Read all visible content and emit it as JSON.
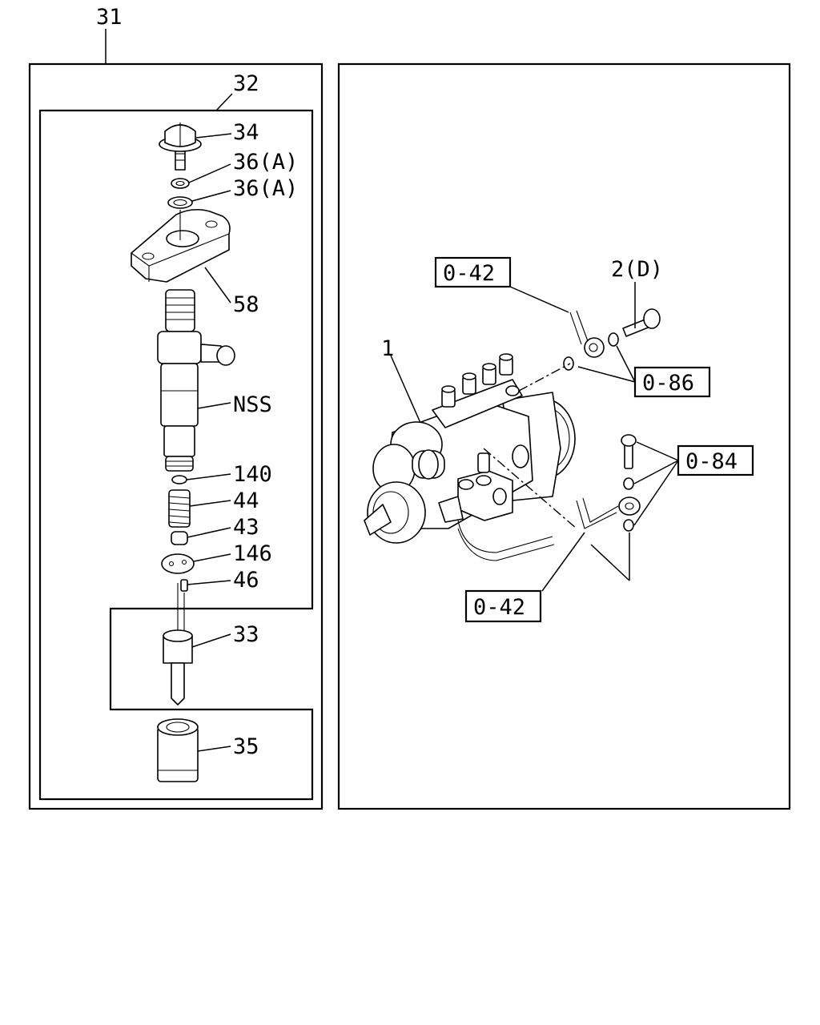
{
  "assembly": {
    "label_31": "31",
    "label_32": "32"
  },
  "injector": {
    "label_34": "34",
    "label_36a_upper": "36(A)",
    "label_36a_lower": "36(A)",
    "label_58": "58",
    "label_nss": "NSS",
    "label_140": "140",
    "label_44": "44",
    "label_43": "43",
    "label_146": "146",
    "label_46": "46",
    "label_33": "33",
    "label_35": "35"
  },
  "pump": {
    "label_1": "1",
    "label_2d": "2(D)",
    "ref_042_top": "0-42",
    "ref_086": "0-86",
    "ref_084": "0-84",
    "ref_042_bottom": "0-42"
  }
}
